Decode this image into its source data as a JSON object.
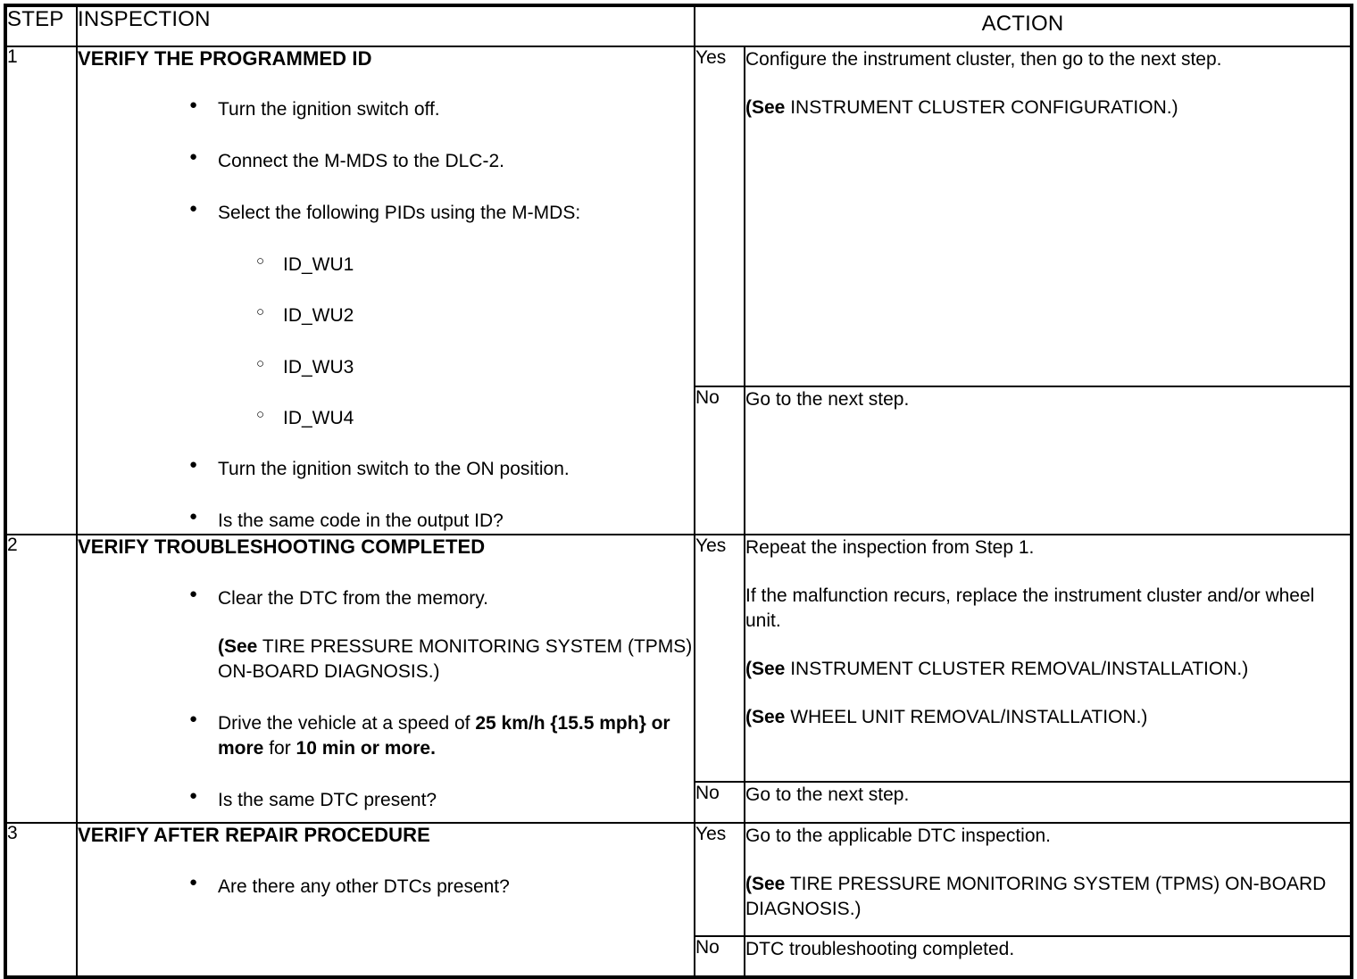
{
  "table": {
    "headers": {
      "step": "STEP",
      "inspection": "INSPECTION",
      "action": "ACTION"
    },
    "yes_label": "Yes",
    "no_label": "No",
    "rows": [
      {
        "number": "1",
        "title": "VERIFY THE PROGRAMMED ID",
        "bullets": [
          "Turn the ignition switch off.",
          "Connect the M-MDS to the DLC-2.",
          "Select the following PIDs using the M-MDS:"
        ],
        "sub_bullets": [
          "ID_WU1",
          "ID_WU2",
          "ID_WU3",
          "ID_WU4"
        ],
        "bullets_after": [
          "Turn the ignition switch to the ON position.",
          "Is the same code in the output ID?"
        ],
        "yes": {
          "lines": [
            "Configure the instrument cluster, then go to the next step.",
            "(See INSTRUMENT CLUSTER CONFIGURATION.)"
          ],
          "see_prefix": "(See",
          "see_rest": " INSTRUMENT CLUSTER CONFIGURATION.)"
        },
        "no": {
          "lines": [
            "Go to the next step."
          ]
        }
      },
      {
        "number": "2",
        "title": "VERIFY TROUBLESHOOTING COMPLETED",
        "bullet1": "Clear the DTC from the memory.",
        "see_prefix": "(See",
        "see_rest": " TIRE PRESSURE MONITORING SYSTEM (TPMS) ON-BOARD DIAGNOSIS.)",
        "drive": {
          "plain1": "Drive the vehicle at a speed of ",
          "bold1": "25 km/h {15.5 mph}",
          "bold2": " or more",
          "plain2": " for ",
          "bold3": "10 min or more."
        },
        "bullet_last": "Is the same DTC present?",
        "yes": {
          "line1": "Repeat the inspection from Step 1.",
          "line2": "If the malfunction recurs, replace the instrument cluster and/or wheel unit.",
          "see1_prefix": "(See",
          "see1_rest": " INSTRUMENT CLUSTER REMOVAL/INSTALLATION.)",
          "see2_prefix": "(See",
          "see2_rest": " WHEEL UNIT REMOVAL/INSTALLATION.)"
        },
        "no": {
          "line1": "Go to the next step."
        }
      },
      {
        "number": "3",
        "title": "VERIFY AFTER REPAIR PROCEDURE",
        "bullet1": "Are there any other DTCs present?",
        "yes": {
          "line1": "Go to the applicable DTC inspection.",
          "see_prefix": "(See",
          "see_rest": " TIRE PRESSURE MONITORING SYSTEM (TPMS) ON-BOARD DIAGNOSIS.)"
        },
        "no": {
          "line1": "DTC troubleshooting completed."
        }
      }
    ]
  },
  "colors": {
    "ink": "#000000",
    "paper": "#ffffff"
  }
}
